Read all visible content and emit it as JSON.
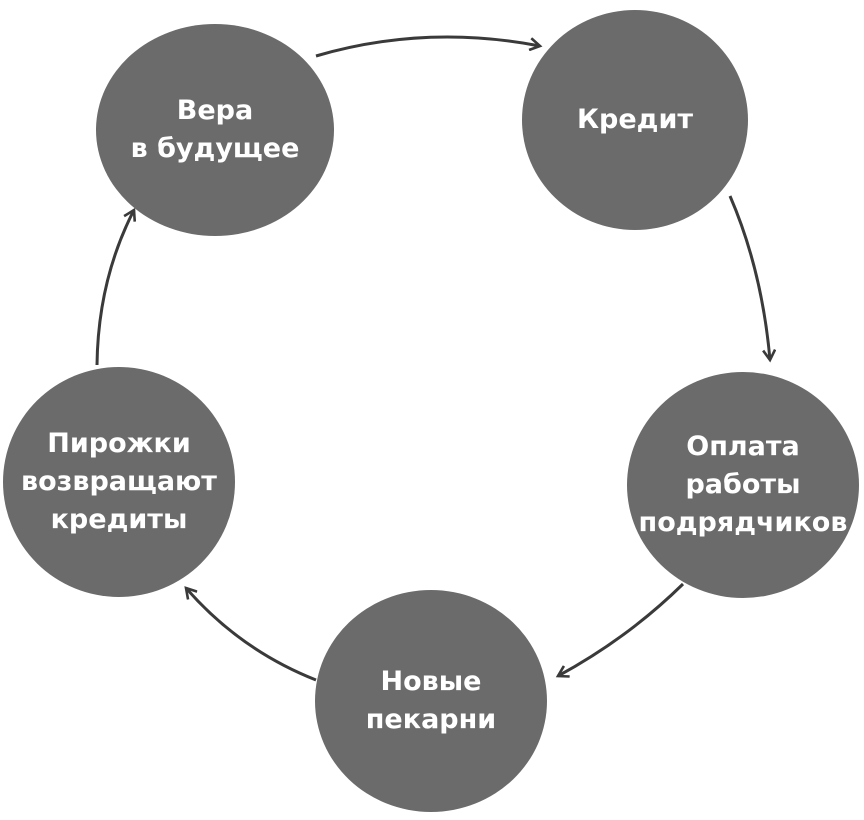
{
  "colors": {
    "node_fill": "#6b6b6b",
    "arrow": "#3a3a3a",
    "text": "#ffffff"
  },
  "nodes": {
    "faith": {
      "lines": [
        "Вера",
        "в будущее"
      ]
    },
    "credit": {
      "lines": [
        "Кредит"
      ]
    },
    "pay": {
      "lines": [
        "Оплата",
        "работы",
        "подрядчиков"
      ]
    },
    "bakery": {
      "lines": [
        "Новые",
        "пекарни"
      ]
    },
    "pies": {
      "lines": [
        "Пирожки",
        "возвращают",
        "кредиты"
      ]
    }
  }
}
